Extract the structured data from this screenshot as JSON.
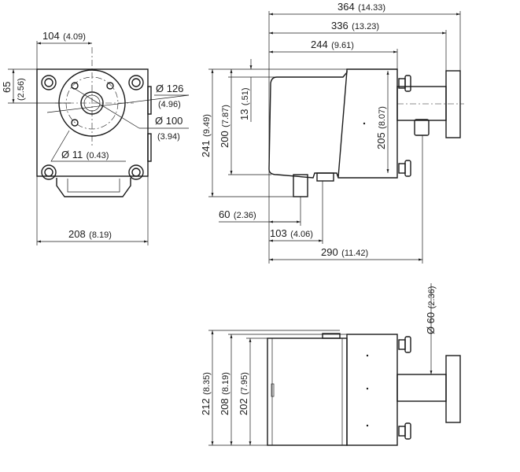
{
  "front_view": {
    "width_dim": {
      "value": "208",
      "inch": "(8.19)"
    },
    "center_dim": {
      "value": "104",
      "inch": "(4.09)"
    },
    "height_dim": {
      "value": "65",
      "inch": "(2.56)"
    },
    "flange_dia": {
      "value": "Ø 126",
      "inch": "(4.96)"
    },
    "bolt_circle": {
      "value": "Ø 100",
      "inch": "(3.94)"
    },
    "hole_dia": {
      "value": "Ø 11",
      "inch": "(0.43)"
    }
  },
  "side_view": {
    "overall": {
      "value": "364",
      "inch": "(14.33)"
    },
    "to_flange": {
      "value": "336",
      "inch": "(13.23)"
    },
    "body_len": {
      "value": "244",
      "inch": "(9.61)"
    },
    "total_height": {
      "value": "241",
      "inch": "(9.49)"
    },
    "body_height": {
      "value": "200",
      "inch": "(7.87)"
    },
    "step": {
      "value": "13",
      "inch": "(.51)"
    },
    "rear_height": {
      "value": "205",
      "inch": "(8.07)"
    },
    "conn1": {
      "value": "60",
      "inch": "(2.36)"
    },
    "conn2": {
      "value": "103",
      "inch": "(4.06)"
    },
    "purge": {
      "value": "290",
      "inch": "(11.42)"
    }
  },
  "top_view": {
    "w212": {
      "value": "212",
      "inch": "(8.35)"
    },
    "w208": {
      "value": "208",
      "inch": "(8.19)"
    },
    "w202": {
      "value": "202",
      "inch": "(7.95)"
    },
    "tube_dia": {
      "value": "Ø 60",
      "inch": "(2.36)"
    }
  }
}
